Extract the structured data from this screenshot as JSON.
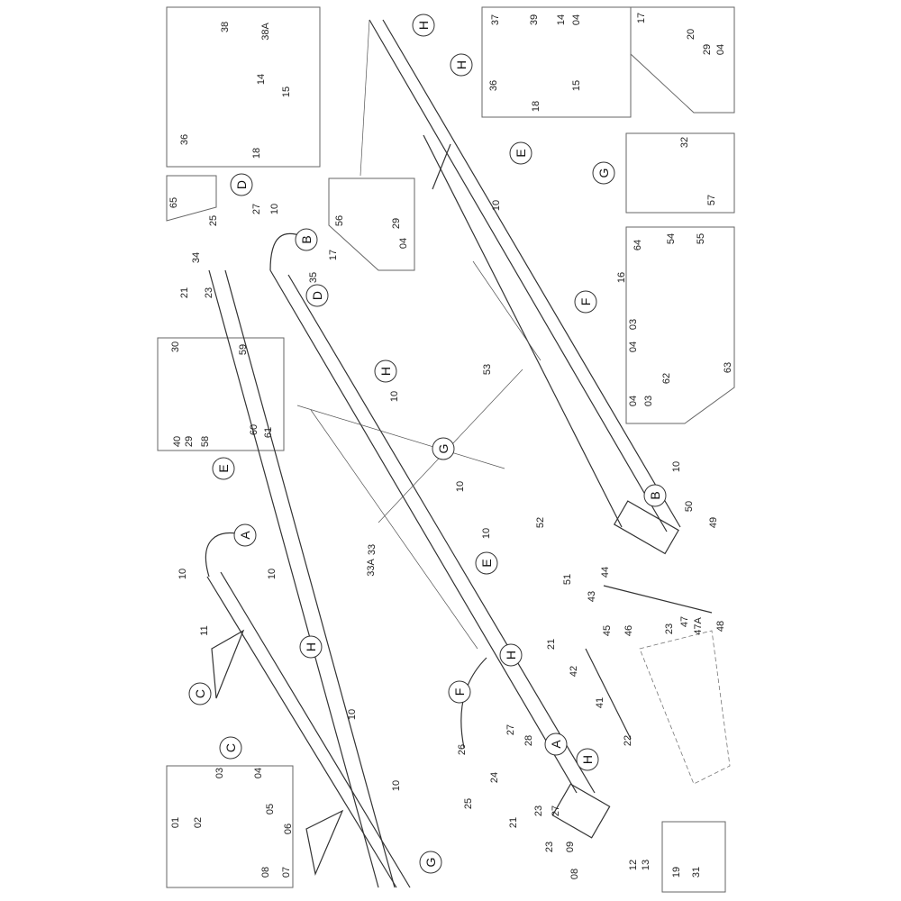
{
  "title": "Spray boom exploded parts diagram",
  "callouts": [
    "H",
    "H",
    "E",
    "G",
    "F",
    "D",
    "B",
    "D",
    "H",
    "G",
    "E",
    "B",
    "E",
    "A",
    "H",
    "C",
    "G",
    "H",
    "F",
    "A",
    "H",
    "C"
  ],
  "part_labels": [
    "38",
    "38A",
    "14",
    "15",
    "36",
    "18",
    "37",
    "39",
    "14",
    "04",
    "36",
    "15",
    "18",
    "17",
    "20",
    "29",
    "04",
    "32",
    "57",
    "64",
    "54",
    "55",
    "16",
    "03",
    "04",
    "62",
    "63",
    "04",
    "03",
    "65",
    "25",
    "27",
    "10",
    "34",
    "23",
    "21",
    "35",
    "30",
    "59",
    "40",
    "29",
    "58",
    "60",
    "61",
    "56",
    "17",
    "29",
    "04",
    "10",
    "10",
    "53",
    "10",
    "10",
    "10",
    "33",
    "33A",
    "10",
    "10",
    "11",
    "10",
    "10",
    "52",
    "50",
    "49",
    "51",
    "44",
    "43",
    "21",
    "45",
    "46",
    "23",
    "47",
    "47A",
    "48",
    "42",
    "41",
    "26",
    "24",
    "25",
    "27",
    "28",
    "21",
    "23",
    "27",
    "22",
    "23",
    "09",
    "08",
    "12",
    "13",
    "19",
    "31",
    "03",
    "04",
    "01",
    "02",
    "05",
    "06",
    "08",
    "07"
  ]
}
